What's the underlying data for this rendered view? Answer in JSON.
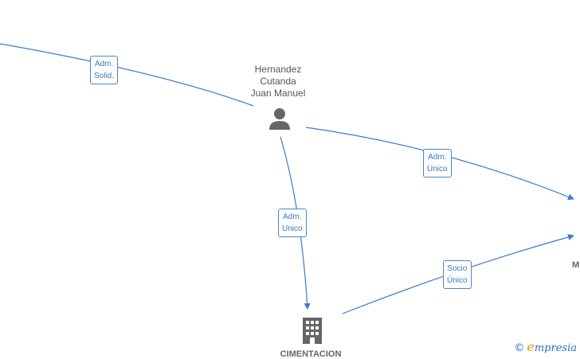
{
  "person": {
    "name_lines": [
      "Hernandez",
      "Cutanda",
      "Juan Manuel"
    ],
    "icon": "person-icon"
  },
  "company": {
    "name": "CIMENTACION",
    "icon": "building-icon"
  },
  "offscreen_company": {
    "name_fragment": "M"
  },
  "edges": [
    {
      "id": "e1",
      "label_lines": [
        "Adm.",
        "Solid."
      ]
    },
    {
      "id": "e2",
      "label_lines": [
        "Adm.",
        "Unico"
      ]
    },
    {
      "id": "e3",
      "label_lines": [
        "Adm.",
        "Unico"
      ]
    },
    {
      "id": "e4",
      "label_lines": [
        "Socio",
        "Único"
      ]
    }
  ],
  "colors": {
    "edge": "#3a7bd5",
    "edge_label_border": "#4a86c8",
    "icon": "#666666"
  },
  "watermark": {
    "copyright_symbol": "©",
    "brand_initial": "e",
    "brand_rest": "mpresia"
  }
}
